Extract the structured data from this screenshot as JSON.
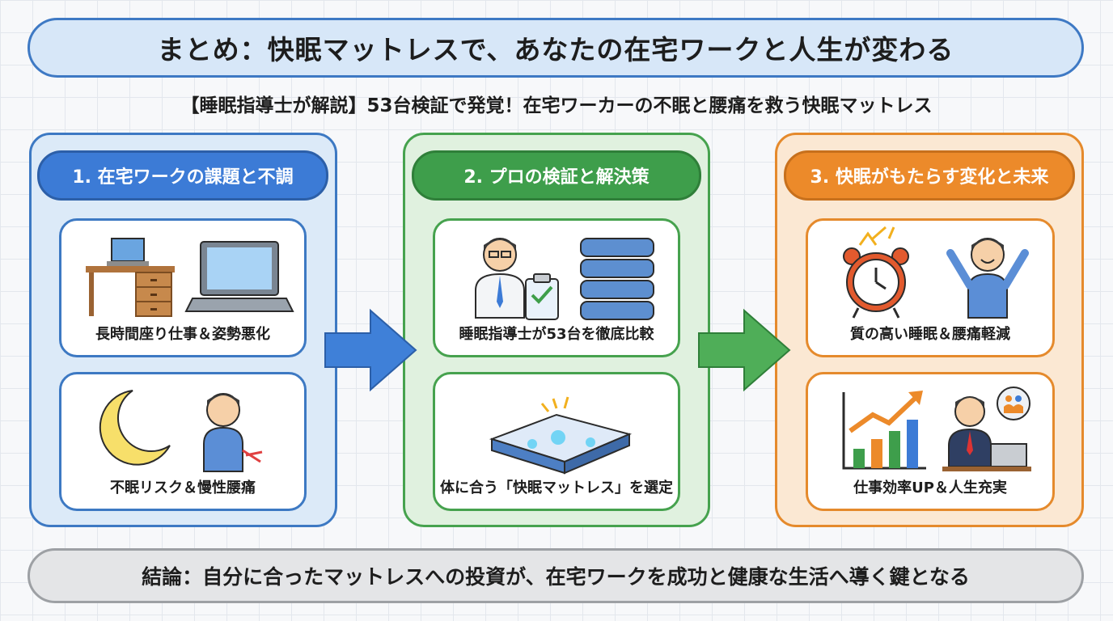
{
  "title": "まとめ：快眠マットレスで、あなたの在宅ワークと人生が変わる",
  "subtitle": "【睡眠指導士が解説】53台検証で発覚！在宅ワーカーの不眠と腰痛を救う快眠マットレス",
  "sections": [
    {
      "heading": "1. 在宅ワークの課題と不調",
      "cards": [
        {
          "caption": "長時間座り仕事＆姿勢悪化"
        },
        {
          "caption": "不眠リスク＆慢性腰痛"
        }
      ]
    },
    {
      "heading": "2. プロの検証と解決策",
      "cards": [
        {
          "caption": "睡眠指導士が53台を徹底比較"
        },
        {
          "caption": "体に合う「快眠マットレス」を選定"
        }
      ]
    },
    {
      "heading": "3. 快眠がもたらす変化と未来",
      "cards": [
        {
          "caption": "質の高い睡眠＆腰痛軽減"
        },
        {
          "caption": "仕事効率UP＆人生充実"
        }
      ]
    }
  ],
  "conclusion": "結論：自分に合ったマットレスへの投資が、在宅ワークを成功と健康な生活へ導く鍵となる",
  "colors": {
    "blue": "#3c7bd6",
    "green": "#3e9e4b",
    "orange": "#ec8a2a",
    "gray": "#9da0a4"
  }
}
